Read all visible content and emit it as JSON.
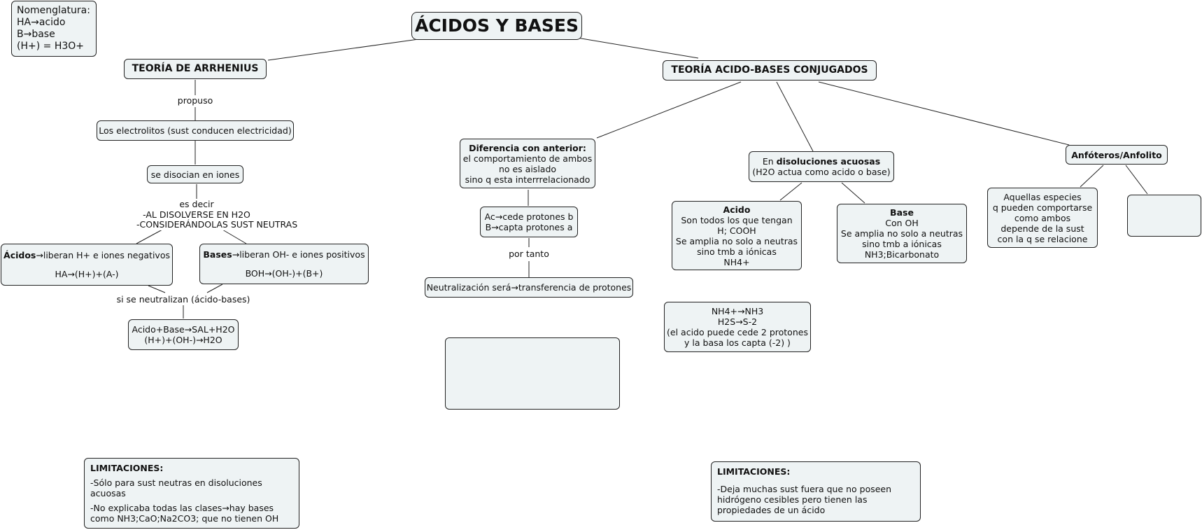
{
  "nomenclature": {
    "title": "Nomenglatura:",
    "lines": [
      "HA→acido",
      "B→base",
      "(H+) = H3O+"
    ]
  },
  "title": "ÁCIDOS Y BASES",
  "arrhenius": {
    "heading": "TEORÍA DE ARRHENIUS",
    "link_propuso": "propuso",
    "electrolitos": "Los electrolitos (sust conducen electricidad)",
    "disocian": "se disocian en iones",
    "es_decir": [
      "es decir",
      "-AL DISOLVERSE EN H2O",
      "-CONSIDERÁNDOLAS SUST NEUTRAS"
    ],
    "acidos": {
      "bold": "Ácidos",
      "text": "→liberan H+ e iones negativos",
      "formula": "HA→(H+)+(A-)"
    },
    "bases": {
      "bold": "Bases",
      "text": "→liberan OH- e iones positivos",
      "formula": "BOH→(OH-)+(B+)"
    },
    "neutralizan": "si se neutralizan (ácido-bases)",
    "reaccion": [
      "Acido+Base→SAL+H2O",
      "(H+)+(OH-)→H2O"
    ],
    "limitaciones": {
      "heading": "LIMITACIONES:",
      "items": [
        "-Sólo para sust neutras en disoluciones acuosas",
        "-No explicaba todas las clases→hay bases como NH3;CaO;Na2CO3; que no tienen OH"
      ]
    }
  },
  "conjugados": {
    "heading": "TEORÍA ACIDO-BASES CONJUGADOS",
    "diferencia": {
      "bold": "Diferencia con anterior:",
      "lines": [
        "el comportamiento de ambos",
        "no es aislado",
        "sino q esta interrrelacionado"
      ]
    },
    "cede": [
      "Ac→cede protones b",
      "B→capta protones a"
    ],
    "por_tanto": "por tanto",
    "neutralizacion": "Neutralización será→transferencia de protones",
    "disoluciones": {
      "pre": "En ",
      "bold": "disoluciones acuosas",
      "line2": "(H2O actua como acido o base)"
    },
    "acido": {
      "heading": "Acido",
      "lines": [
        "Son todos los que tengan",
        "H; COOH",
        "Se amplia no solo a neutras",
        "sino tmb a iónicas",
        "NH4+"
      ]
    },
    "base": {
      "heading": "Base",
      "lines": [
        "Con OH",
        "Se amplia no solo a neutras",
        "sino tmb a iónicas",
        "NH3;Bicarbonato"
      ]
    },
    "ejemplos": [
      "NH4+→NH3",
      "H2S→S-2",
      "(el acido puede cede 2 protones",
      "y la basa los capta (-2) )"
    ],
    "anfoteros": "Anfóteros/Anfolito",
    "anfoteros_desc": [
      "Aquellas especies",
      "q pueden comportarse",
      "como ambos",
      "depende de la sust",
      "con la q se relacione"
    ],
    "limitaciones": {
      "heading": "LIMITACIONES:",
      "text": "-Deja muchas sust fuera que no poseen hidrógeno cesibles pero tienen las propiedades de un ácido"
    }
  }
}
